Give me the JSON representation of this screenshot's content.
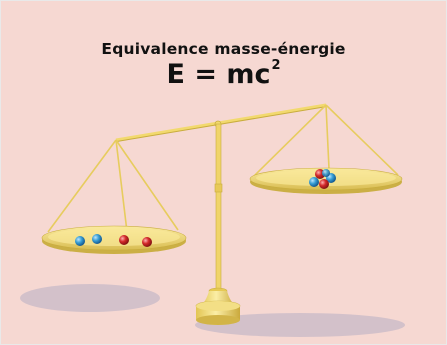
{
  "title": "Equivalence masse-énergie",
  "formula": {
    "main": "E = mc",
    "exponent": "2"
  },
  "colors": {
    "background": "#f6d8d2",
    "balance_gold": "#f2d96e",
    "balance_shadow": "#c9ad3e",
    "particle_blue": "#3aa0d6",
    "particle_red": "#d42a2a"
  },
  "scale": {
    "left_pan_particles": [
      "blue",
      "blue",
      "red",
      "red"
    ],
    "right_pan_particles": [
      "red",
      "blue",
      "blue",
      "red",
      "blue"
    ],
    "heavier_side": "left"
  }
}
